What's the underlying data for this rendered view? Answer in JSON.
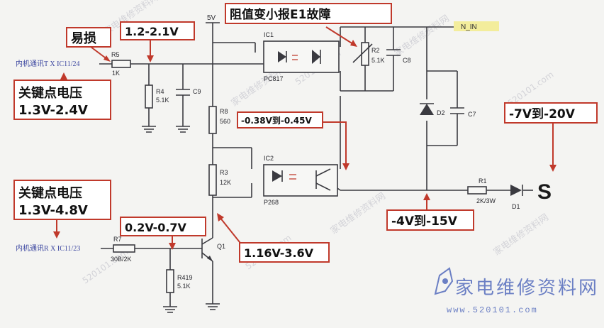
{
  "labels": {
    "rail_5v": "5V",
    "n_in": "N_IN",
    "signal_t": "内机通讯T X IC11/24",
    "signal_r": "内机通讯R X IC11/23",
    "r5_name": "R5",
    "r5_val": "1K",
    "r4_name": "R4",
    "r4_val": "5.1K",
    "c9_name": "C9",
    "r8_name": "R8",
    "r8_val": "560",
    "r3_name": "R3",
    "r3_val": "12K",
    "r7_name": "R7",
    "r7_val": "30B/2K",
    "r419_name": "R419",
    "r419_val": "5.1K",
    "q1_name": "Q1",
    "ic1_name": "IC1",
    "ic1_part": "PC817",
    "ic2_name": "IC2",
    "ic2_part": "P268",
    "r2_name": "R2",
    "r2_val": "5.1K",
    "c8_name": "C8",
    "d2_name": "D2",
    "c7_name": "C7",
    "r1_name": "R1",
    "r1_val": "2K/3W",
    "d1_name": "D1",
    "s_terminal": "S"
  },
  "annotations": {
    "fragile": "易损",
    "v_1_2_2_1": "1.2-2.1V",
    "resistance_drop": "阻值变小报E1故障",
    "key_point_1_title": "关键点电压",
    "key_point_1_range": "1.3V-2.4V",
    "v_neg_038_045": "-0.38V到-0.45V",
    "v_neg_7_20": "-7V到-20V",
    "key_point_2_title": "关键点电压",
    "key_point_2_range": "1.3V-4.8V",
    "v_0_2_0_7": "0.2V-0.7V",
    "v_1_16_3_6": "1.16V-3.6V",
    "v_neg_4_15": "-4V到-15V"
  },
  "watermark": {
    "logo_cn": "家电维修资料网",
    "logo_url": "www.520101.com",
    "tile_cn": "家电维修资料网",
    "tile_num": "520101.com"
  },
  "colors": {
    "annotation_red": "#c0392b",
    "wire": "#3a3a40",
    "n_in_highlight": "#f3ed9c",
    "watermark_blue": "#6b7fc4"
  }
}
